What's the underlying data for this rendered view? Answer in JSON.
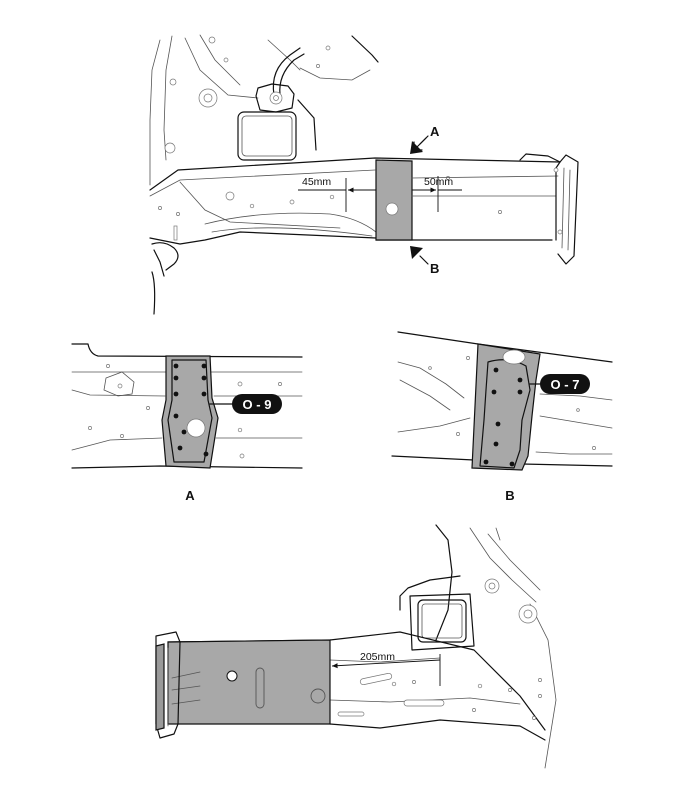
{
  "top_view": {
    "arrow_a_label": "A",
    "arrow_b_label": "B",
    "dim_left": "45mm",
    "dim_right": "50mm"
  },
  "detail_a": {
    "view_label": "A",
    "callout": "O - 9"
  },
  "detail_b": {
    "view_label": "B",
    "callout": "O - 7"
  },
  "bottom_view": {
    "dim": "205mm"
  }
}
